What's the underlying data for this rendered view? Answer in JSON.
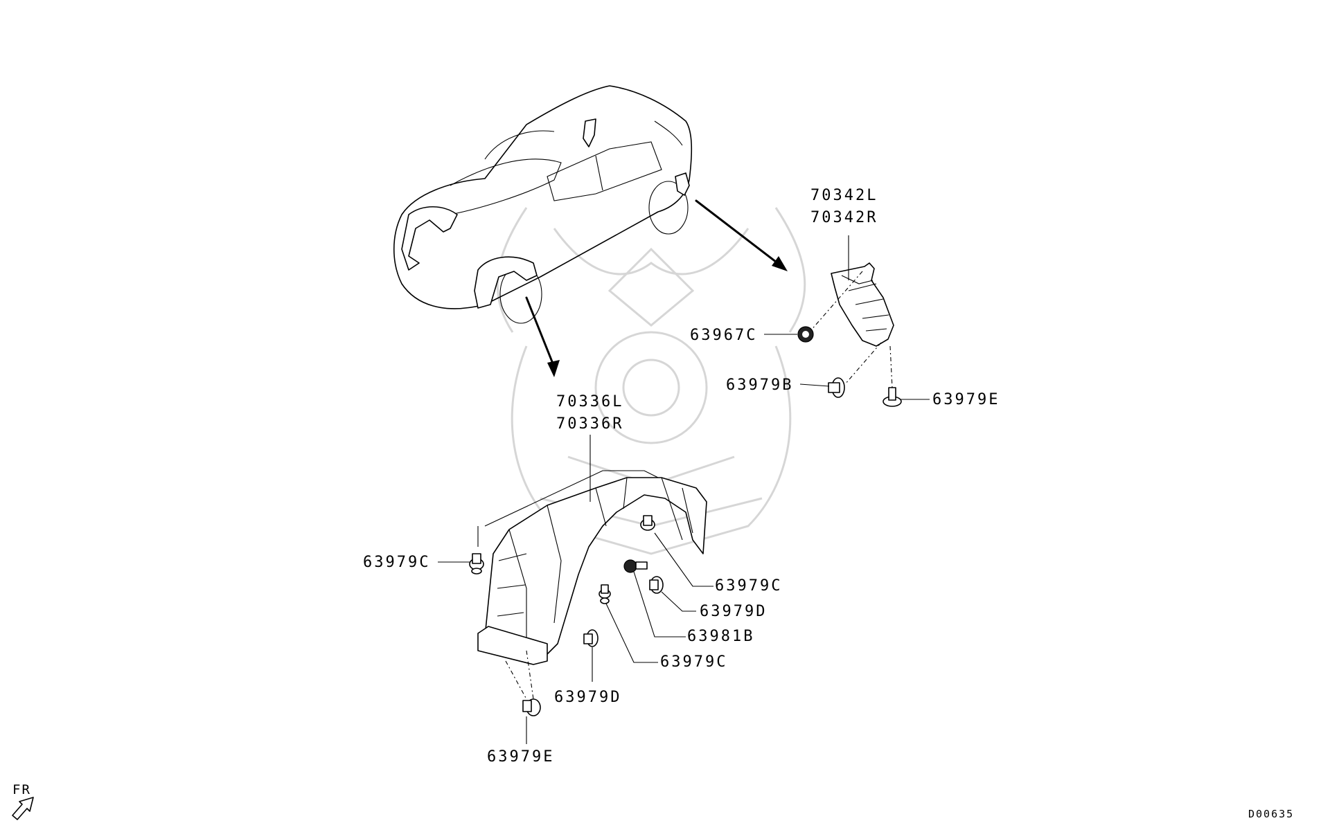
{
  "colors": {
    "line": "#000000",
    "watermark": "#d6d6d6",
    "background": "#ffffff"
  },
  "labels": {
    "part_70342L": "70342L",
    "part_70342R": "70342R",
    "part_63967C": "63967C",
    "part_63979B": "63979B",
    "part_63979E_rear": "63979E",
    "part_70336L": "70336L",
    "part_70336R": "70336R",
    "part_63979C_left": "63979C",
    "part_63979C_upper": "63979C",
    "part_63979D_right": "63979D",
    "part_63981B": "63981B",
    "part_63979C_lower": "63979C",
    "part_63979D_bottom": "63979D",
    "part_63979E_bottom": "63979E"
  },
  "direction_label": "FR",
  "diagram_code": "D00635",
  "icons": {
    "direction": "front-arrow-icon",
    "watermark": "samurai-helmet-logo"
  }
}
